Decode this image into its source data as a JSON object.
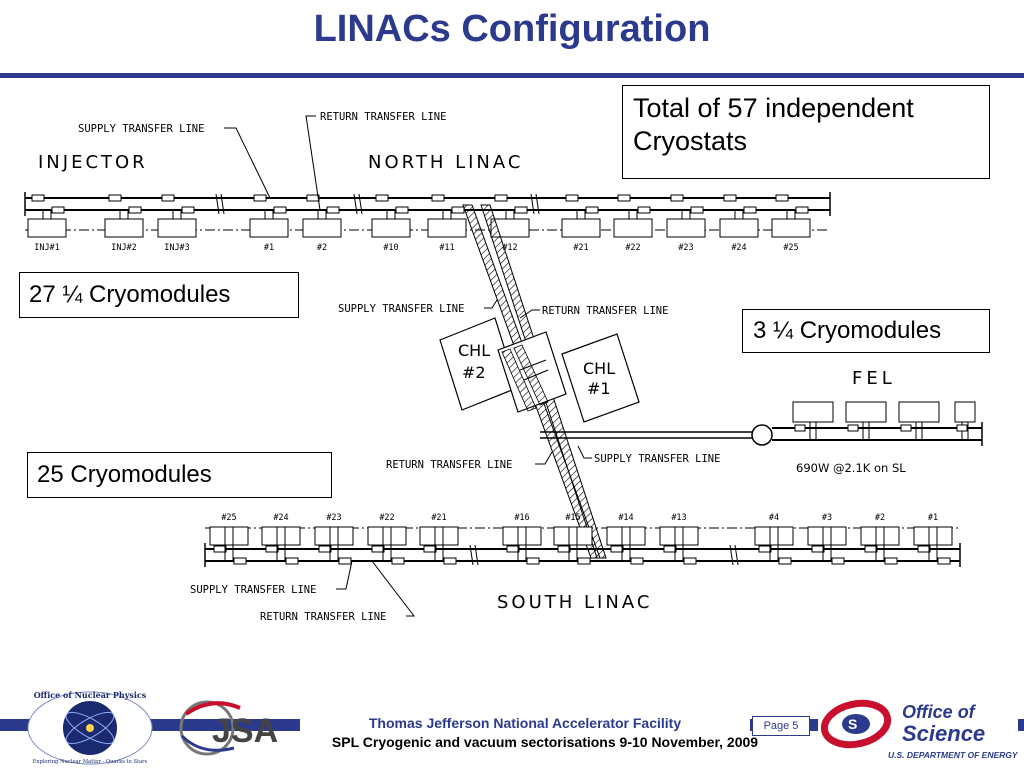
{
  "slide": {
    "title": "LINACs Configuration",
    "boxes": {
      "total": "Total of 57 independent Cryostats",
      "north_count": "27 ¼ Cryomodules",
      "fel_count": "3 ¼ Cryomodules",
      "south_count": "25 Cryomodules"
    }
  },
  "diagram": {
    "injector_label": "INJECTOR",
    "north_label": "NORTH LINAC",
    "south_label": "SOUTH LINAC",
    "fel_label": "FEL",
    "supply_line": "SUPPLY TRANSFER LINE",
    "return_line": "RETURN TRANSFER LINE",
    "chl2": [
      "CHL",
      "#2"
    ],
    "chl1": [
      "CHL",
      "#1"
    ],
    "fel_note": "690W @2.1K on SL",
    "north_modules": [
      "INJ#1",
      "INJ#2",
      "INJ#3",
      "#1",
      "#2",
      "#10",
      "#11",
      "#12",
      "#21",
      "#22",
      "#23",
      "#24",
      "#25"
    ],
    "south_modules": [
      "#25",
      "#24",
      "#23",
      "#22",
      "#21",
      "#16",
      "#15",
      "#14",
      "#13",
      "#4",
      "#3",
      "#2",
      "#1"
    ]
  },
  "footer": {
    "lab": "Thomas Jefferson National Accelerator Facility",
    "event": "SPL Cryogenic and vacuum sectorisations 9-10 November, 2009",
    "page": "Page 5",
    "nuclear_logo_text": "Office of Nuclear Physics",
    "nuclear_logo_motto": "Exploring Nuclear Matter - Quarks to Stars",
    "jsa_logo": "JSA",
    "doe_office": "Office of",
    "doe_science": "Science",
    "doe_dept": "U.S. DEPARTMENT OF ENERGY"
  },
  "colors": {
    "brand_blue": "#2b3a8c",
    "footer_band": "#2b3a8c",
    "doe_red": "#c8102e"
  }
}
